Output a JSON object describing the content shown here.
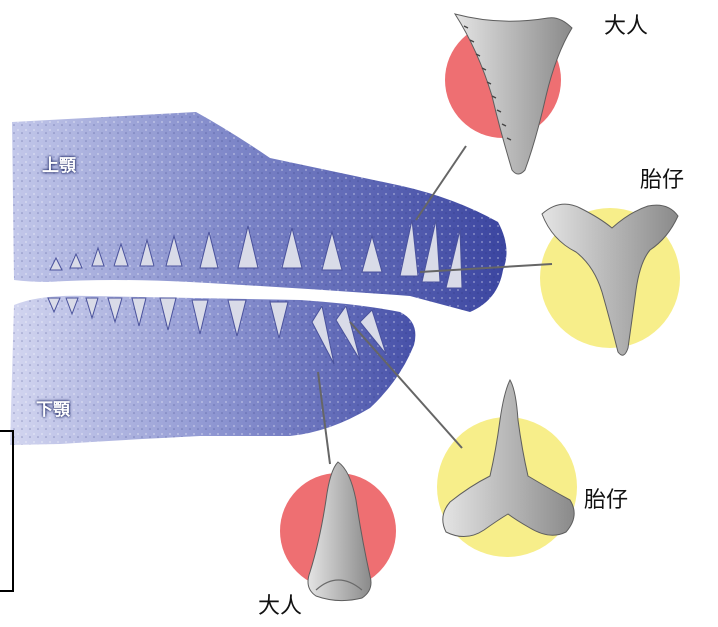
{
  "labels": {
    "upper_jaw": "上顎",
    "lower_jaw": "下顎",
    "adult_upper": "大人",
    "fetal_upper": "胎仔",
    "fetal_lower": "胎仔",
    "adult_lower": "大人"
  },
  "colors": {
    "adult_circle": "#ee6f72",
    "fetal_circle": "#f7ee8a",
    "jaw_blue": "#4d58ad",
    "jaw_light": "#c9cdec",
    "leader_line": "#666666",
    "tooth_gray": "#a9a9a9"
  }
}
